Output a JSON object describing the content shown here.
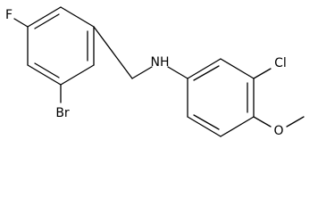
{
  "molecule": {
    "atoms": {
      "fluorine": "F",
      "bromine": "Br",
      "amine": "NH",
      "chlorine": "Cl",
      "oxygen": "O"
    }
  }
}
